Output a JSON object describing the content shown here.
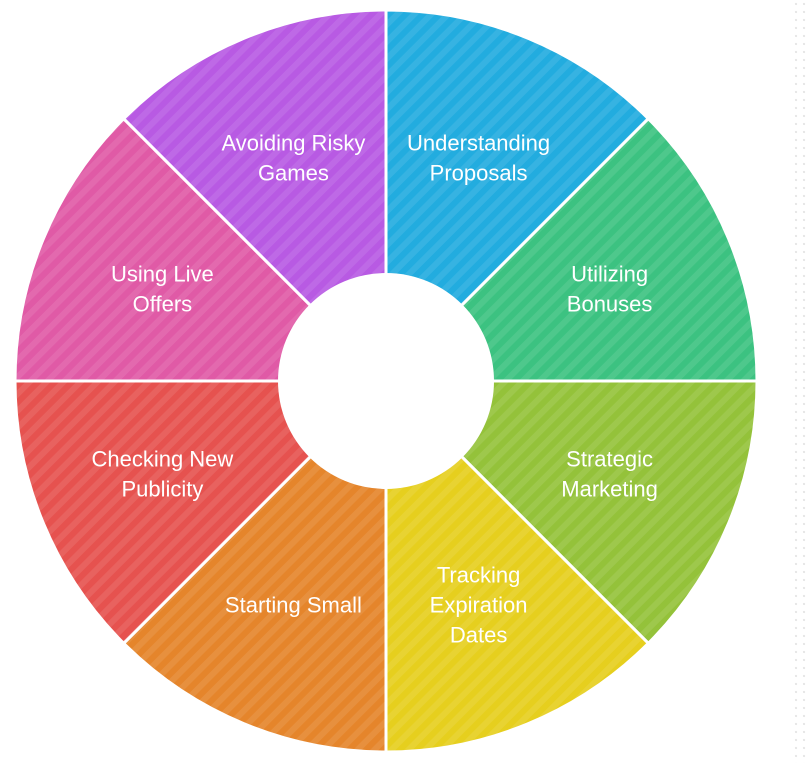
{
  "diagram": {
    "segments": [
      {
        "id": "understanding-proposals",
        "lines": [
          "Understanding",
          "Proposals"
        ],
        "color": "#22ACDF"
      },
      {
        "id": "utilizing-bonuses",
        "lines": [
          "Utilizing",
          "Bonuses"
        ],
        "color": "#3CC281"
      },
      {
        "id": "strategic-marketing",
        "lines": [
          "Strategic",
          "Marketing"
        ],
        "color": "#94C23A"
      },
      {
        "id": "tracking-expiration-dates",
        "lines": [
          "Tracking",
          "Expiration",
          "Dates"
        ],
        "color": "#E6CF1E"
      },
      {
        "id": "starting-small",
        "lines": [
          "Starting Small"
        ],
        "color": "#E5852B"
      },
      {
        "id": "checking-new-publicity",
        "lines": [
          "Checking New",
          "Publicity"
        ],
        "color": "#E6524F"
      },
      {
        "id": "using-live-offers",
        "lines": [
          "Using Live",
          "Offers"
        ],
        "color": "#E05AA6"
      },
      {
        "id": "avoiding-risky-games",
        "lines": [
          "Avoiding Risky",
          "Games"
        ],
        "color": "#B85AE3"
      }
    ]
  }
}
